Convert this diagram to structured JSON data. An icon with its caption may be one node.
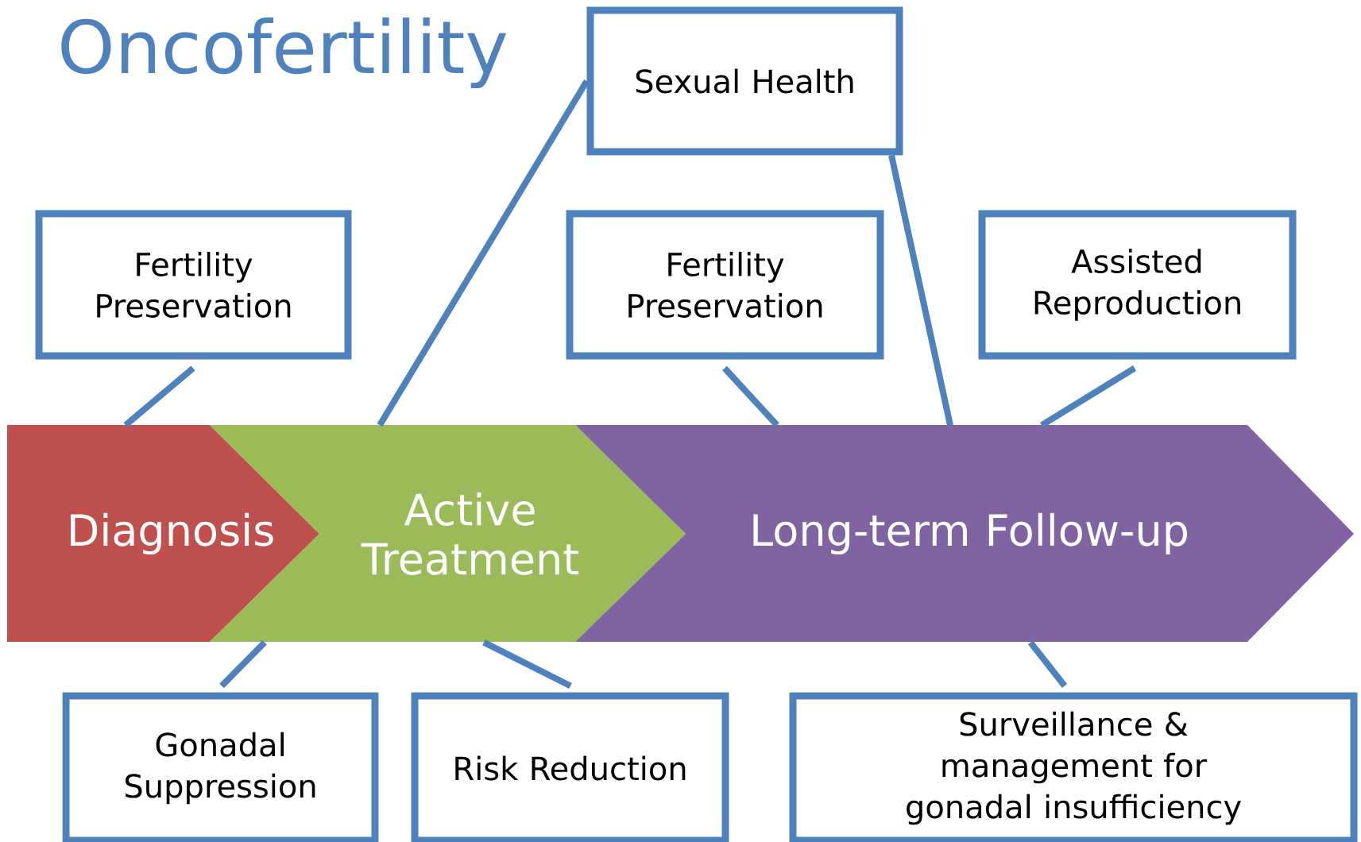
{
  "diagram": {
    "title": "Oncofertility",
    "nodes": [
      {
        "text": [
          "Sexual Health"
        ]
      },
      {
        "text": [
          "Fertility Preservation"
        ]
      },
      {
        "text": [
          "Fertility Preservation"
        ]
      },
      {
        "text": [
          "Assisted Reproduction"
        ]
      },
      {
        "text": [
          "Diagnosis"
        ]
      },
      {
        "text": [
          "Active Treatment"
        ]
      },
      {
        "text": [
          "Long-term Follow-up"
        ]
      },
      {
        "text": [
          "Gonadal Suppression"
        ]
      },
      {
        "text": [
          "Risk Reduction"
        ]
      },
      {
        "text": [
          "Surveillance & management for gonadal insufficiency"
        ]
      }
    ],
    "edges": [
      {
        "from": 1,
        "to": 4,
        "arrow": "none"
      },
      {
        "from": 0,
        "to": 5,
        "arrow": "none"
      },
      {
        "from": 2,
        "to": 6,
        "arrow": "none"
      },
      {
        "from": 0,
        "to": 6,
        "arrow": "none"
      },
      {
        "from": 3,
        "to": 6,
        "arrow": "none"
      },
      {
        "from": 7,
        "to": 5,
        "arrow": "none"
      },
      {
        "from": 8,
        "to": 5,
        "arrow": "none"
      },
      {
        "from": 9,
        "to": 6,
        "arrow": "none"
      }
    ]
  }
}
